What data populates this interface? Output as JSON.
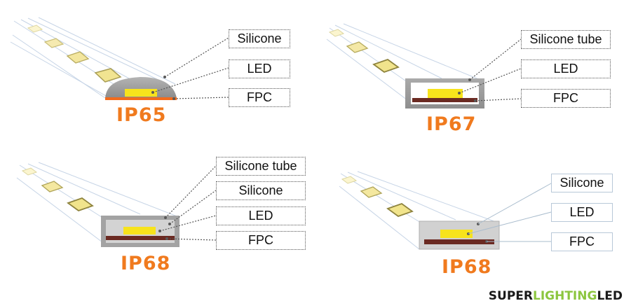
{
  "colors": {
    "accent_orange": "#f07a1e",
    "label_text": "#111111",
    "brand_dark": "#1a1a1a",
    "brand_accent": "#8cc63f",
    "housing_gray": "#9a9a9a",
    "led_yellow": "#f7e31c",
    "fpc_brown": "#6b2a22",
    "fpc_orange": "#f26b1d"
  },
  "panels": [
    {
      "rating": "IP65",
      "labels": [
        "Silicone",
        "LED",
        "FPC"
      ]
    },
    {
      "rating": "IP67",
      "labels": [
        "Silicone tube",
        "LED",
        "FPC"
      ]
    },
    {
      "rating": "IP68",
      "labels": [
        "Silicone tube",
        "Silicone",
        "LED",
        "FPC"
      ]
    },
    {
      "rating": "IP68",
      "labels": [
        "Silicone",
        "LED",
        "FPC"
      ]
    }
  ],
  "brand": {
    "part1": "SUPER",
    "part2": "LIGHTING",
    "part3": "LED"
  }
}
